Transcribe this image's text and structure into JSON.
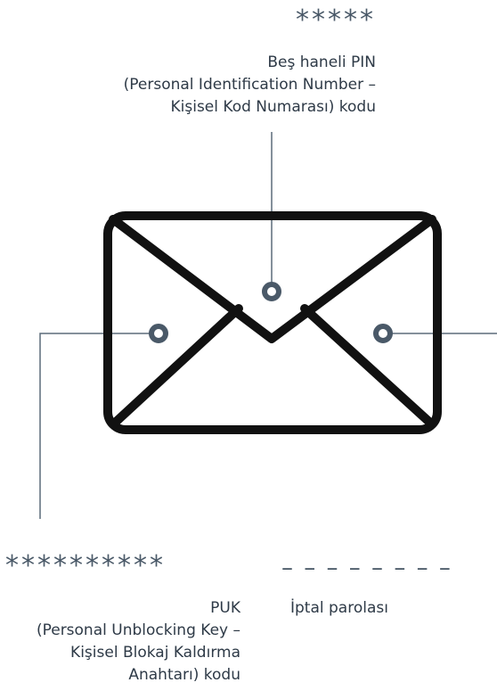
{
  "pin": {
    "mask": "*****",
    "line1": "Beş haneli PIN",
    "line2": "(Personal Identification Number –",
    "line3": "Kişisel Kod Numarası) kodu"
  },
  "puk": {
    "mask": "**********",
    "line1": "PUK",
    "line2": "(Personal Unblocking Key –",
    "line3": "Kişisel Blokaj Kaldırma",
    "line4": "Anahtarı) kodu"
  },
  "cancel": {
    "mask": "– – – – – – – –",
    "label": "İptal parolası"
  },
  "colors": {
    "envelope": "#111111",
    "connector": "#5b6b7a",
    "text": "#2e3a47"
  }
}
